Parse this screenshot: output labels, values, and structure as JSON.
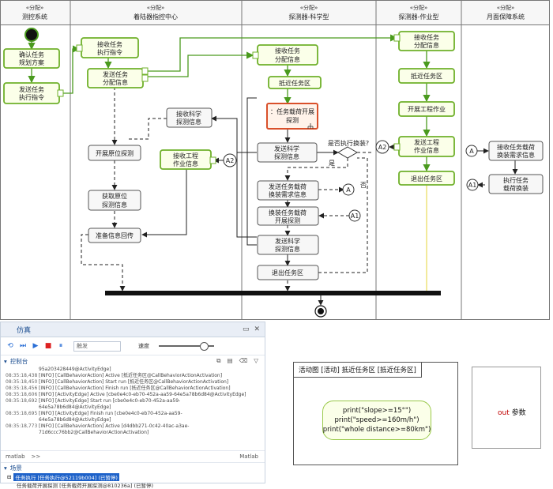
{
  "diagram": {
    "lanes": [
      {
        "stereo": "«分配»",
        "name": "测控系统"
      },
      {
        "stereo": "«分配»",
        "name": "着陆器指控中心"
      },
      {
        "stereo": "«分配»",
        "name": "探测器-科学型"
      },
      {
        "stereo": "«分配»",
        "name": "探测器-作业型"
      },
      {
        "stereo": "«分配»",
        "name": "月面保障系统"
      }
    ],
    "actions": {
      "confirm_plan": [
        "确认任务",
        "规划方案"
      ],
      "send_cmd": [
        "发送任务",
        "执行指令"
      ],
      "recv_cmd": [
        "接收任务",
        "执行指令"
      ],
      "send_alloc": [
        "发送任务",
        "分配信息"
      ],
      "recv_sci": [
        "接收科学",
        "探测信息"
      ],
      "insitu": [
        "开展原位探测"
      ],
      "recv_work": [
        "接收工程",
        "作业信息"
      ],
      "get_insitu": [
        "获取原位",
        "探测信息"
      ],
      "prep_return": [
        "准备信息回传"
      ],
      "sci_recv_alloc": [
        "接收任务",
        "分配信息"
      ],
      "sci_approach": [
        "抵近任务区"
      ],
      "sci_payload": [
        "：任务载荷开展",
        "探测"
      ],
      "sci_send_info": [
        "发送科学",
        "探测信息"
      ],
      "sci_swap_req": [
        "发送任务载荷",
        "换装需求信息"
      ],
      "sci_swap": [
        "换装任务载荷",
        "开展探测"
      ],
      "sci_send_info2": [
        "发送科学",
        "探测信息"
      ],
      "sci_exit": [
        "退出任务区"
      ],
      "work_recv_alloc": [
        "接收任务",
        "分配信息"
      ],
      "work_approach": [
        "抵近任务区"
      ],
      "work_do": [
        "开展工程作业"
      ],
      "work_send": [
        "发送工程",
        "作业信息"
      ],
      "work_exit": [
        "退出任务区"
      ],
      "sup_recv": [
        "接收任务载荷",
        "换装需求信息"
      ],
      "sup_do": [
        "执行任务",
        "载荷换装"
      ]
    },
    "decision": {
      "question": "是否执行换装?",
      "yes": "是",
      "no": "否"
    },
    "connectors": {
      "a": "A",
      "a1": "A1",
      "a2": "A2"
    }
  },
  "sim": {
    "title": "仿真",
    "speed_label": "速度",
    "trigger_placeholder": "触发",
    "speed_value": 0.85,
    "console_label": "控制台",
    "logs": [
      {
        "ts": "",
        "msg": "95a203428449@ActivityEdge]"
      },
      {
        "ts": "08:35:18,438",
        "msg": "[INFO] [CallBehaviorAction] Active [抵近任务区@CallBehaviorActionActivation]"
      },
      {
        "ts": "08:35:18,450",
        "msg": "[INFO] [CallBehaviorAction] Start run [抵近任务区@CallBehaviorActionActivation]"
      },
      {
        "ts": "08:35:18,456",
        "msg": "[INFO] [CallBehaviorAction] Finish run [抵近任务区@CallBehaviorActionActivation]"
      },
      {
        "ts": "08:35:18,606",
        "msg": "[INFO] [ActivityEdge] Active [cbe0e4c0-eb70-452a-aa59-64e5a78b6d84@ActivityEdge]"
      },
      {
        "ts": "08:35:18,692",
        "msg": "[INFO] [ActivityEdge] Start run [cbe0e4c0-eb70-452a-aa59-"
      },
      {
        "ts": "",
        "msg": "64e5a78b6d84@ActivityEdge]"
      },
      {
        "ts": "08:35:18,695",
        "msg": "[INFO] [ActivityEdge] Finish run [cbe0e4c0-eb70-452a-aa59-"
      },
      {
        "ts": "",
        "msg": "64e5a78b6d84@ActivityEdge]"
      },
      {
        "ts": "08:35:18,773",
        "msg": "[INFO] [CallBehaviorAction] Active [d4dbb271-0c42-40ac-a3ae-"
      },
      {
        "ts": "",
        "msg": "71d6ccc76bb2@CallBehaviorActionActivation]"
      }
    ],
    "cmd_prompt": "matlab",
    "cmd_prompt_arrow": ">>",
    "cmd_engine": "Matlab",
    "scene_label": "场景",
    "tree_root": "任务执行 [任务执行@52119b004] (已暂停)",
    "tree_child": "任务载荷开展探测 [任务载荷开展探测@810236a] (已暂停)"
  },
  "activity": {
    "tab": "活动图 [活动] 抵近任务区 [抵近任务区]",
    "code": [
      "print(\"slope>=15°\")",
      "print(\"speed>=160m/h\")",
      "print(\"whole distance>=80km\")"
    ]
  },
  "outparam": {
    "keyword": "out",
    "label": "参数"
  }
}
